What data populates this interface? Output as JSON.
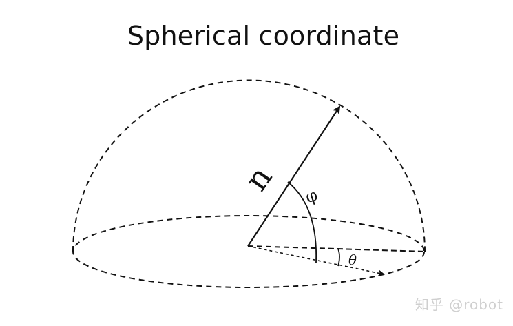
{
  "title": "Spherical coordinate",
  "labels": {
    "vector": "n",
    "polar_angle": "φ",
    "azimuth_angle": "θ"
  },
  "watermark": "知乎 @robot",
  "colors": {
    "ink": "#111111",
    "watermark": "#cfcfcf",
    "background": "#ffffff"
  }
}
